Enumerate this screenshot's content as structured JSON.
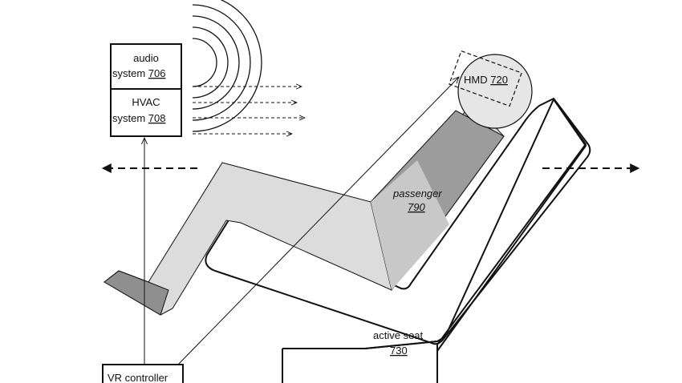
{
  "labels": {
    "audio_line1": "audio",
    "audio_line2": "system",
    "audio_ref": "706",
    "hvac_line1": "HVAC",
    "hvac_line2": "system",
    "hvac_ref": "708",
    "hmd": "HMD",
    "hmd_ref": "720",
    "passenger": "passenger",
    "passenger_ref": "790",
    "seat": "active seat",
    "seat_ref": "730",
    "controller": "VR controller"
  }
}
